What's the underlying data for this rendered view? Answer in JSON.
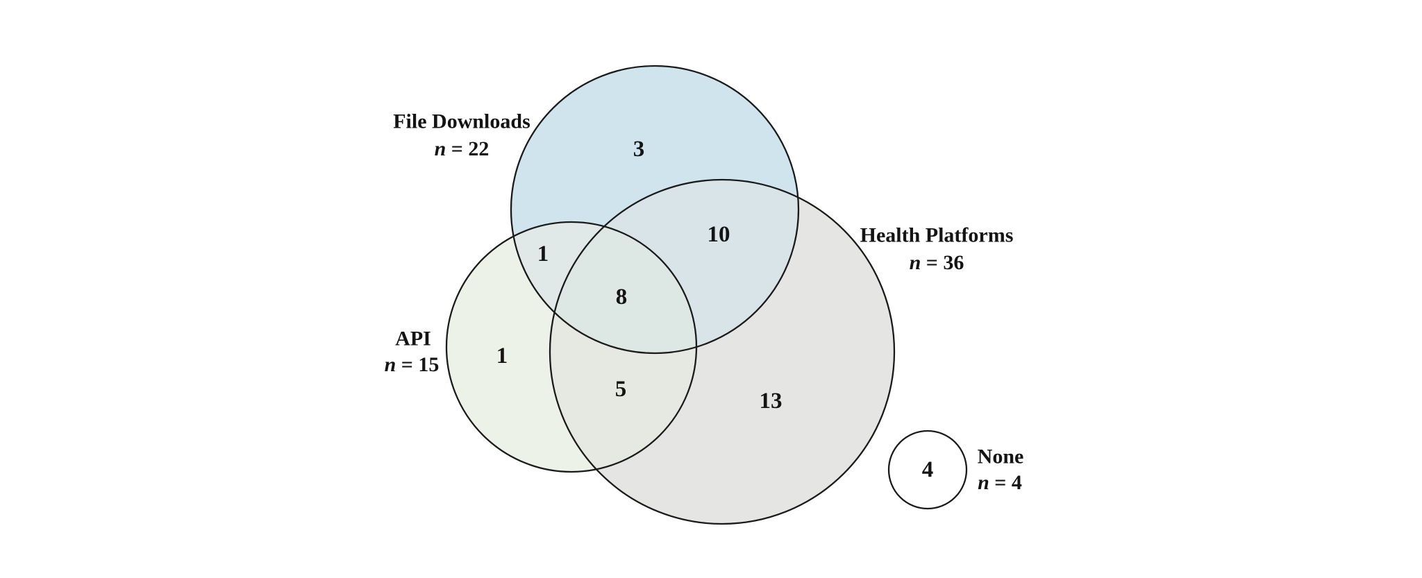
{
  "figure": {
    "background": "#ffffff",
    "outline_color": "#1b1b1b",
    "text_color": "#141414"
  },
  "chart_data": {
    "type": "venn",
    "title": "",
    "legend_position": "none",
    "grid": false,
    "sets": {
      "file_downloads": {
        "label": "File Downloads",
        "n": 22,
        "n_symbol": "n",
        "n_text": " = 22",
        "fill": "#cfe4ec"
      },
      "health_platforms": {
        "label": "Health Platforms",
        "n": 36,
        "n_symbol": "n",
        "n_text": " = 36",
        "fill": "#e5e5e4"
      },
      "api": {
        "label": "API",
        "n": 15,
        "n_symbol": "n",
        "n_text": " = 15",
        "fill": "#ecf2e7"
      },
      "none": {
        "label": "None",
        "n": 4,
        "n_symbol": "n",
        "n_text": " = 4",
        "fill": "#ffffff"
      }
    },
    "region_colors": {
      "fd_hp": "#d9e4e8",
      "fd_api": "#e0e9e7",
      "api_hp": "#e6e9e2",
      "fd_hp_api": "#dde7e3"
    },
    "regions": {
      "fd_only": {
        "sets": [
          "File Downloads"
        ],
        "value": 3
      },
      "fd_hp": {
        "sets": [
          "File Downloads",
          "Health Platforms"
        ],
        "value": 10
      },
      "fd_api": {
        "sets": [
          "File Downloads",
          "API"
        ],
        "value": 1
      },
      "fd_hp_api": {
        "sets": [
          "File Downloads",
          "Health Platforms",
          "API"
        ],
        "value": 8
      },
      "api_only": {
        "sets": [
          "API"
        ],
        "value": 1
      },
      "api_hp": {
        "sets": [
          "API",
          "Health Platforms"
        ],
        "value": 5
      },
      "hp_only": {
        "sets": [
          "Health Platforms"
        ],
        "value": 13
      },
      "none": {
        "sets": [
          "None"
        ],
        "value": 4
      }
    }
  }
}
